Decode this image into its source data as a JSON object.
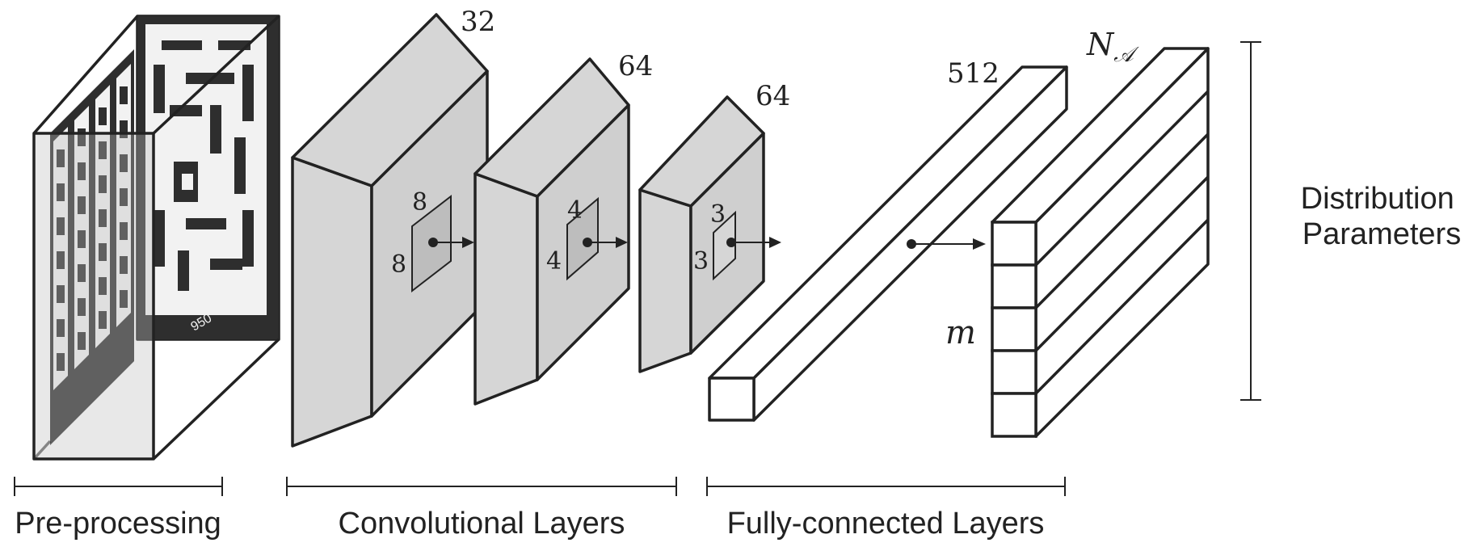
{
  "conv_layers": [
    {
      "filters": "32",
      "kernel_top": "8",
      "kernel_left": "8"
    },
    {
      "filters": "64",
      "kernel_top": "4",
      "kernel_left": "4"
    },
    {
      "filters": "64",
      "kernel_top": "3",
      "kernel_left": "3"
    }
  ],
  "fc": {
    "hidden_units": "512",
    "output_label": "N",
    "output_subscript": "𝒜",
    "atoms_label": "m"
  },
  "game_frame": {
    "score": "950"
  },
  "section_labels": {
    "preprocessing": "Pre-processing",
    "convolutional": "Convolutional Layers",
    "fully_connected": "Fully-connected Layers"
  },
  "output": {
    "line1": "Distribution",
    "line2": "Parameters"
  },
  "colors": {
    "block_fill": "#d6d6d6",
    "block_side": "#cfcfcf",
    "kernel_fill": "#bdbdbd",
    "frame_dark": "#2e2e2e",
    "frame_light": "#f2f2f2",
    "stroke": "#222222"
  }
}
